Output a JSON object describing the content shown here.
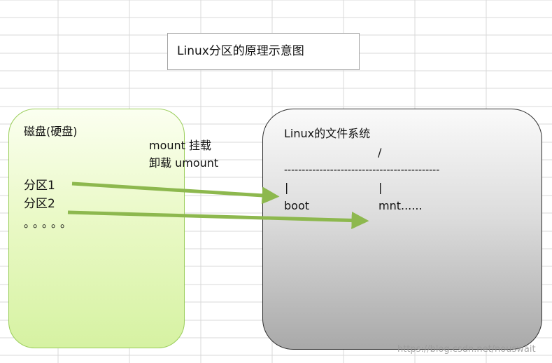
{
  "title": "Linux分区的原理示意图",
  "disk": {
    "label": "磁盘(硬盘)",
    "partition1": "分区1",
    "partition2": "分区2",
    "ellipsis": "。。。。。"
  },
  "operations": {
    "mount": "mount 挂载",
    "umount": "卸载 umount"
  },
  "filesystem": {
    "label": "Linux的文件系统",
    "root": "/",
    "separator": "--------------------------------------------",
    "branch_left": "|",
    "branch_right": "|",
    "boot": "boot",
    "mnt": "mnt......"
  },
  "watermark": "https://blog.csdn.net/nouswait",
  "colors": {
    "arrow": "#8db84e",
    "disk_fill": "#e6f7c2",
    "disk_border": "#9acd5a",
    "fs_border": "#2e2e2e",
    "grid": "#d9d9d9"
  }
}
